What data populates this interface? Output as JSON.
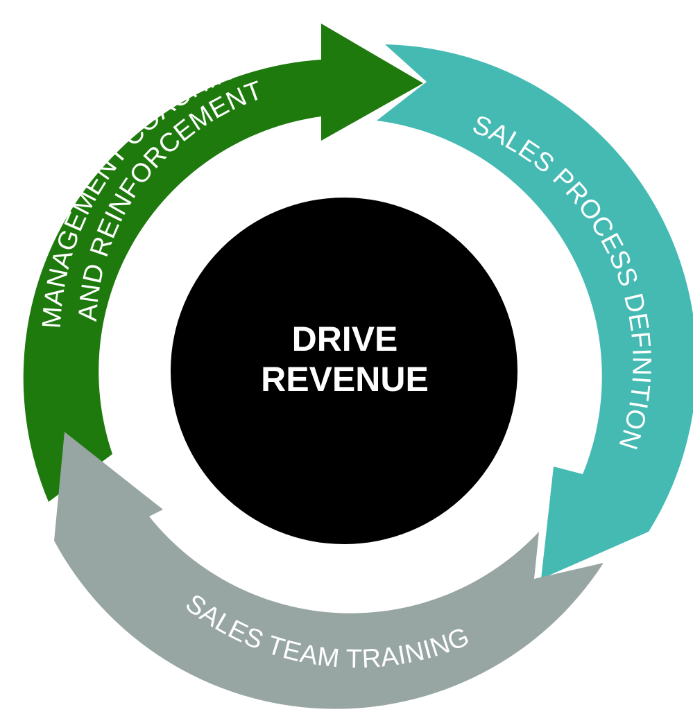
{
  "center": {
    "line1": "DRIVE",
    "line2": "REVENUE",
    "color": "#000000"
  },
  "segments": [
    {
      "key": "management",
      "line1": "MANAGEMENT COACHING",
      "line2": "AND REINFORCEMENT",
      "color": "#1e7a0c"
    },
    {
      "key": "process",
      "label": "SALES PROCESS DEFINITION",
      "color": "#45bab3"
    },
    {
      "key": "training",
      "label": "SALES TEAM TRAINING",
      "color": "#97a5a3"
    }
  ]
}
